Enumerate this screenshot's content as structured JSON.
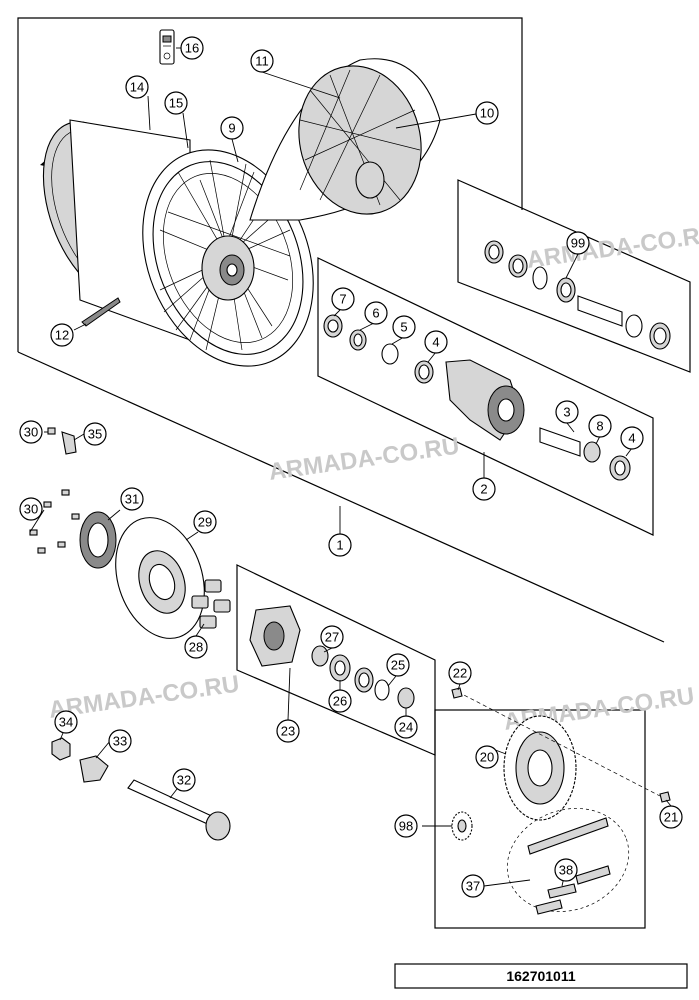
{
  "watermark": "ARMADA-CO.RU",
  "drawing_code": "162701011",
  "callouts": {
    "c1": "1",
    "c2": "2",
    "c3": "3",
    "c4a": "4",
    "c4b": "4",
    "c5": "5",
    "c6": "6",
    "c7": "7",
    "c8": "8",
    "c9": "9",
    "c10": "10",
    "c11": "11",
    "c12": "12",
    "c14": "14",
    "c15": "15",
    "c16": "16",
    "c20": "20",
    "c21": "21",
    "c22": "22",
    "c23": "23",
    "c24": "24",
    "c25": "25",
    "c26": "26",
    "c27": "27",
    "c28": "28",
    "c29": "29",
    "c30a": "30",
    "c30b": "30",
    "c31": "31",
    "c32": "32",
    "c33": "33",
    "c34": "34",
    "c35": "35",
    "c37": "37",
    "c38": "38",
    "c98": "98",
    "c99": "99"
  }
}
